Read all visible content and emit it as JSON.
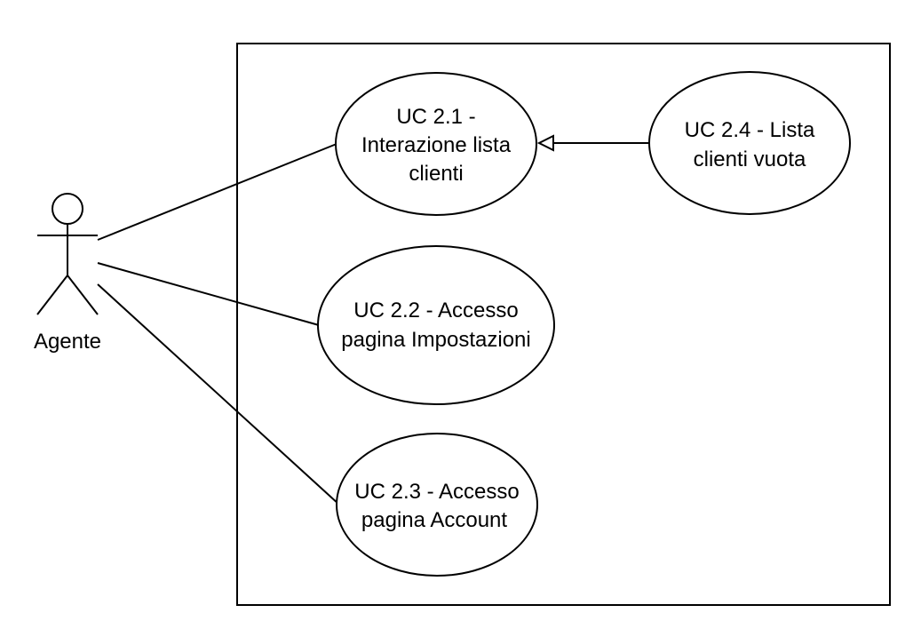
{
  "colors": {
    "stroke": "#000000",
    "background": "#ffffff"
  },
  "actor": {
    "label": "Agente"
  },
  "use_cases": [
    {
      "id": "uc-2-1",
      "lines": [
        "UC 2.1 -",
        "Interazione lista",
        "clienti"
      ]
    },
    {
      "id": "uc-2-2",
      "lines": [
        "UC 2.2 - Accesso",
        "pagina Impostazioni"
      ]
    },
    {
      "id": "uc-2-3",
      "lines": [
        "UC 2.3 - Accesso",
        "pagina Account"
      ]
    },
    {
      "id": "uc-2-4",
      "lines": [
        "UC 2.4 - Lista",
        "clienti vuota"
      ]
    }
  ],
  "relations": [
    {
      "from": "actor",
      "to": "uc-2-1",
      "kind": "association"
    },
    {
      "from": "actor",
      "to": "uc-2-2",
      "kind": "association"
    },
    {
      "from": "actor",
      "to": "uc-2-3",
      "kind": "association"
    },
    {
      "from": "uc-2-4",
      "to": "uc-2-1",
      "kind": "generalization"
    }
  ]
}
